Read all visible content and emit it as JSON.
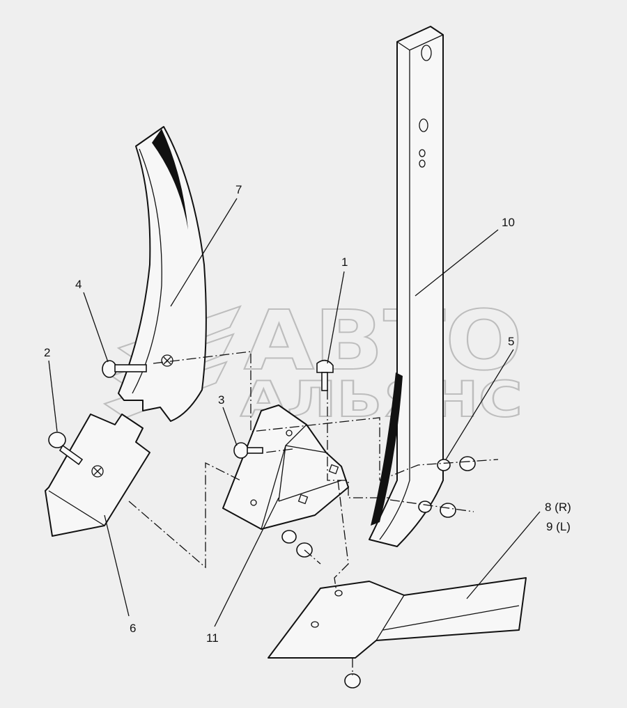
{
  "watermark": {
    "line1": "АВТО",
    "line2": "АЛЬЯНС"
  },
  "callouts": [
    {
      "id": "1",
      "text": "1"
    },
    {
      "id": "2",
      "text": "2"
    },
    {
      "id": "3",
      "text": "3"
    },
    {
      "id": "4",
      "text": "4"
    },
    {
      "id": "5",
      "text": "5"
    },
    {
      "id": "6",
      "text": "6"
    },
    {
      "id": "7",
      "text": "7"
    },
    {
      "id": "10",
      "text": "10"
    },
    {
      "id": "11",
      "text": "11"
    },
    {
      "id": "8",
      "text": "8 (R)"
    },
    {
      "id": "9",
      "text": "9 (L)"
    }
  ]
}
